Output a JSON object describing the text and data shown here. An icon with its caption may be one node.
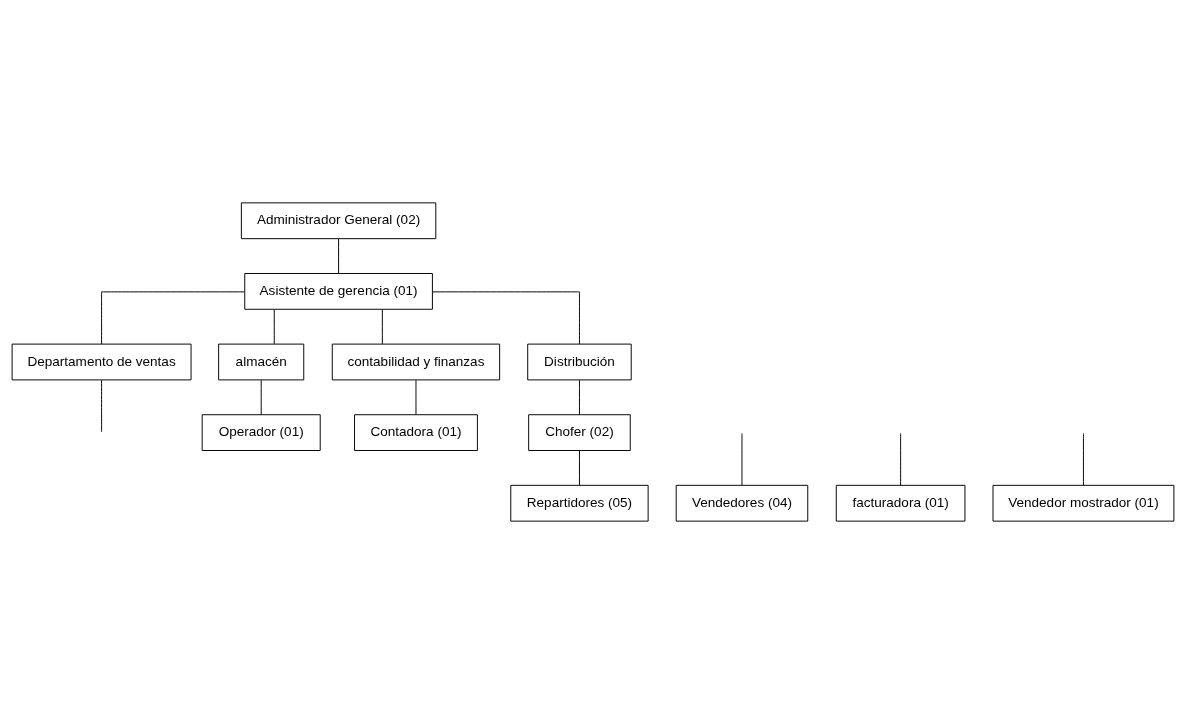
{
  "diagram": {
    "nodes": [
      {
        "text": [
          "Administrador General (02)"
        ]
      },
      {
        "text": [
          "Asistente de gerencia (01)"
        ]
      },
      {
        "text": [
          "Departamento de ventas"
        ]
      },
      {
        "text": [
          "almacén"
        ]
      },
      {
        "text": [
          "contabilidad y finanzas"
        ]
      },
      {
        "text": [
          "Distribución"
        ]
      },
      {
        "text": [
          "Vendedores (04)"
        ]
      },
      {
        "text": [
          "facturadora (01)"
        ]
      },
      {
        "text": [
          "Vendedor mostrador (01)"
        ]
      },
      {
        "text": [
          "Operador (01)"
        ]
      },
      {
        "text": [
          "Contadora (01)"
        ]
      },
      {
        "text": [
          "Chofer (02)"
        ]
      },
      {
        "text": [
          "Repartidores (05)"
        ]
      }
    ],
    "edges": [
      {
        "from": 0,
        "to": 1,
        "arrow": "none"
      },
      {
        "from": 1,
        "to": 2,
        "arrow": "none"
      },
      {
        "from": 1,
        "to": 3,
        "arrow": "none"
      },
      {
        "from": 1,
        "to": 4,
        "arrow": "none"
      },
      {
        "from": 1,
        "to": 5,
        "arrow": "none"
      },
      {
        "from": 2,
        "to": null,
        "arrow": "none"
      },
      {
        "from": null,
        "to": 6,
        "arrow": "none"
      },
      {
        "from": null,
        "to": 7,
        "arrow": "none"
      },
      {
        "from": null,
        "to": 8,
        "arrow": "none"
      },
      {
        "from": 3,
        "to": 9,
        "arrow": "none"
      },
      {
        "from": 4,
        "to": 10,
        "arrow": "none"
      },
      {
        "from": 5,
        "to": 11,
        "arrow": "none"
      },
      {
        "from": 11,
        "to": 12,
        "arrow": "none"
      }
    ]
  }
}
